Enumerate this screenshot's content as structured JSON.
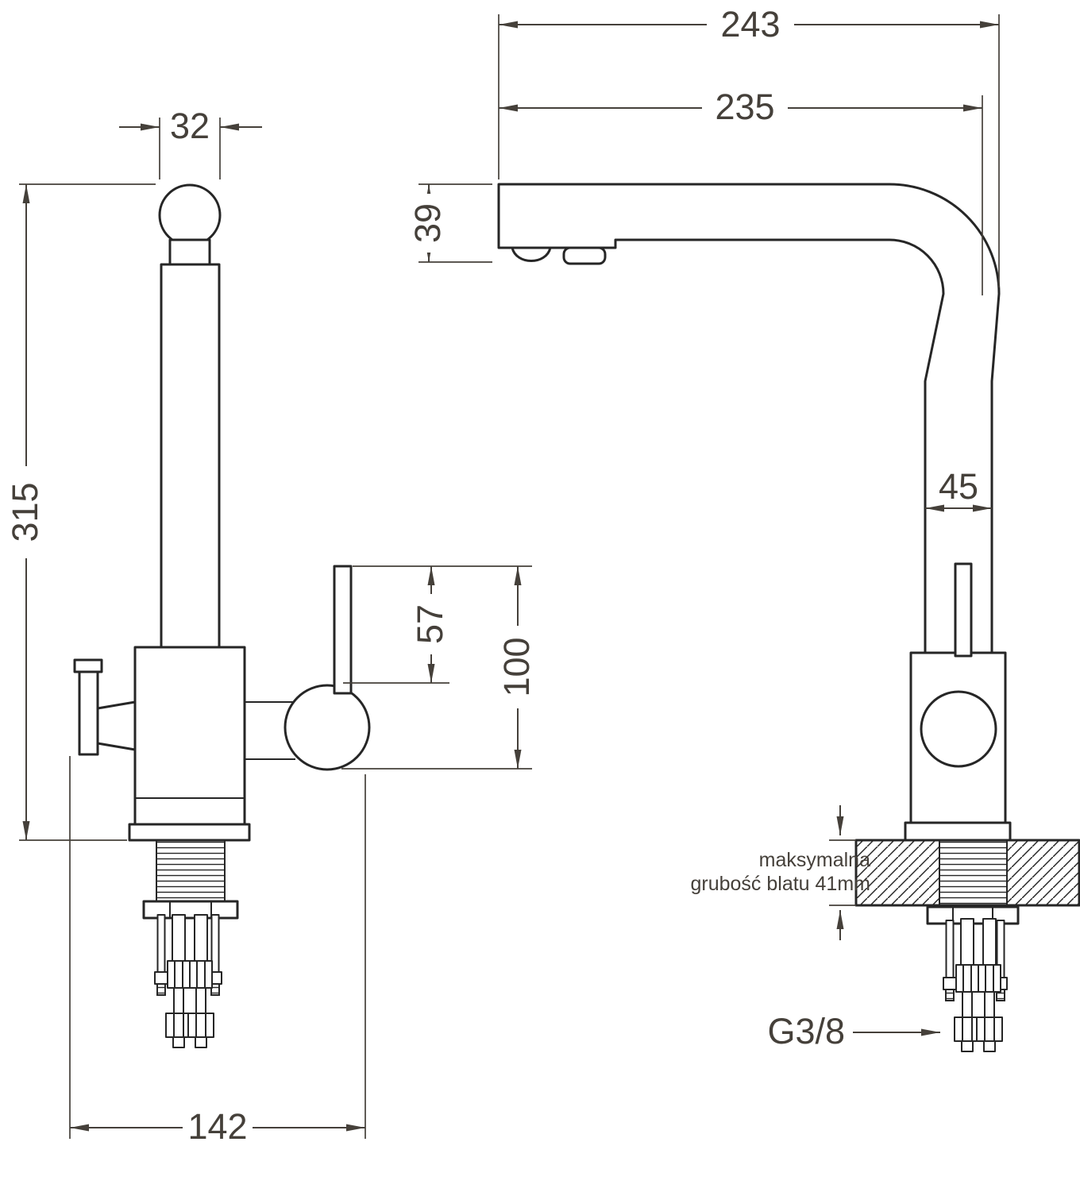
{
  "drawing_title": "Faucet technical drawing with dimensions",
  "colors": {
    "line": "#262626",
    "dimension": "#45403a",
    "background": "#ffffff"
  },
  "front": {
    "cap_width": "32",
    "total_height": "315",
    "lever_height": "57",
    "handle_height": "100",
    "base_depth": "142"
  },
  "side": {
    "total_reach": "243",
    "spout_reach": "235",
    "spout_height": "39",
    "pipe_width": "45",
    "note1": "maksymalna",
    "note2": "grubość blatu 41mm",
    "thread": "G3/8"
  }
}
